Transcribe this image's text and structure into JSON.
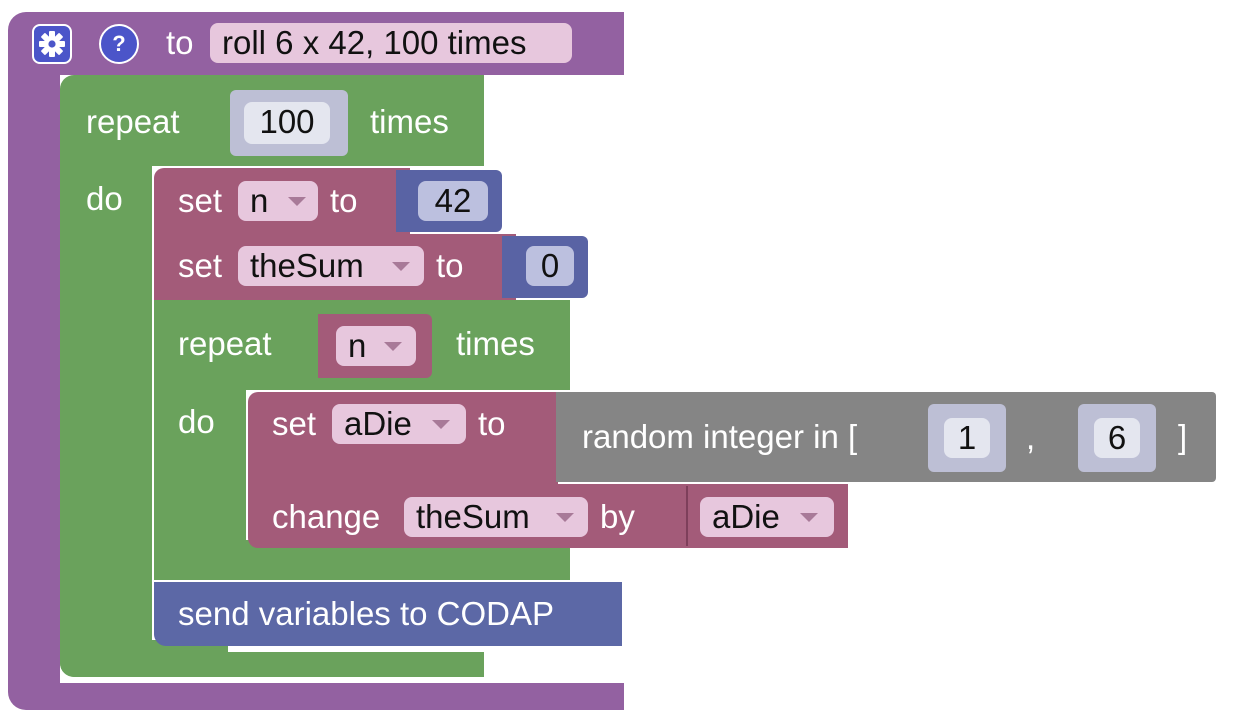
{
  "procedure": {
    "to_label": "to",
    "name": "roll 6 x 42, 100 times",
    "settings_icon": "gear-icon",
    "help_icon": "question-mark-icon",
    "help_glyph": "?"
  },
  "outer_repeat": {
    "repeat_label": "repeat",
    "count": "100",
    "times_label": "times",
    "do_label": "do"
  },
  "set_n": {
    "set_label": "set",
    "var": "n",
    "to_label": "to",
    "value": "42"
  },
  "set_sum": {
    "set_label": "set",
    "var": "theSum",
    "to_label": "to",
    "value": "0"
  },
  "inner_repeat": {
    "repeat_label": "repeat",
    "var": "n",
    "times_label": "times",
    "do_label": "do"
  },
  "set_die": {
    "set_label": "set",
    "var": "aDie",
    "to_label": "to",
    "random_label": "random integer in [",
    "low": "1",
    "comma": ",",
    "high": "6",
    "close": "]"
  },
  "change_sum": {
    "change_label": "change",
    "var": "theSum",
    "by_label": "by",
    "value_var": "aDie"
  },
  "send": {
    "label": "send variables to CODAP"
  },
  "colors": {
    "procedure": "#9361a1",
    "loop": "#6aa25c",
    "variable": "#a35b79",
    "number": "#5963a4",
    "random": "#858585",
    "send": "#5c68a6"
  }
}
